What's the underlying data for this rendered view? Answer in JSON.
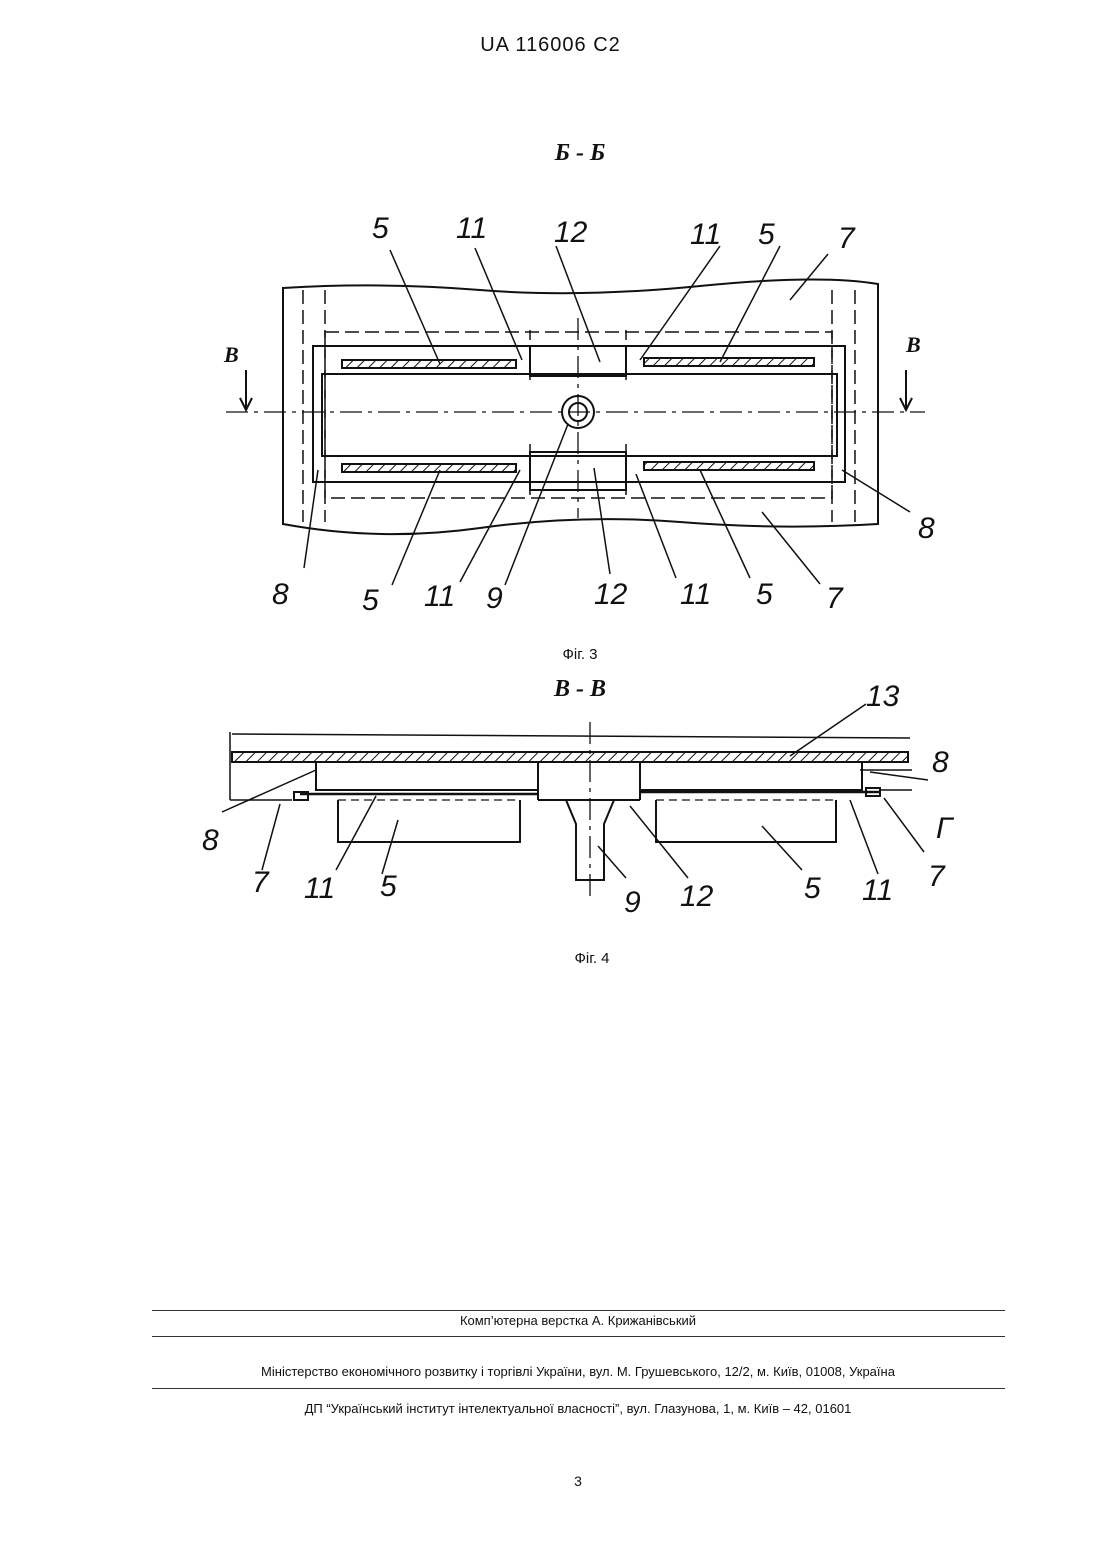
{
  "header": {
    "patent_number": "UA   116006   C2"
  },
  "figure3": {
    "section_title": "Б - Б",
    "caption": "Фіг. 3",
    "section_marks": [
      "В",
      "В"
    ],
    "labels": {
      "top": [
        "5",
        "11",
        "12",
        "11",
        "5",
        "7"
      ],
      "right": [
        "8"
      ],
      "bottom": [
        "8",
        "5",
        "11",
        "9",
        "12",
        "11",
        "5",
        "7"
      ]
    }
  },
  "figure4": {
    "section_title": "В - В",
    "caption": "Фіг. 4",
    "labels": {
      "top": [
        "13",
        "8"
      ],
      "right": [
        "Г",
        "7",
        "11"
      ],
      "bottom": [
        "8",
        "7",
        "11",
        "5",
        "9",
        "12",
        "5"
      ]
    }
  },
  "footer": {
    "layout": "Комп’ютерна верстка А. Крижанівський",
    "ministry": "Міністерство економічного розвитку і торгівлі України, вул. М. Грушевського, 12/2, м. Київ, 01008, Україна",
    "institute": "ДП “Український інститут інтелектуальної власності”, вул. Глазунова, 1, м. Київ – 42, 01601"
  },
  "page_number": "3"
}
